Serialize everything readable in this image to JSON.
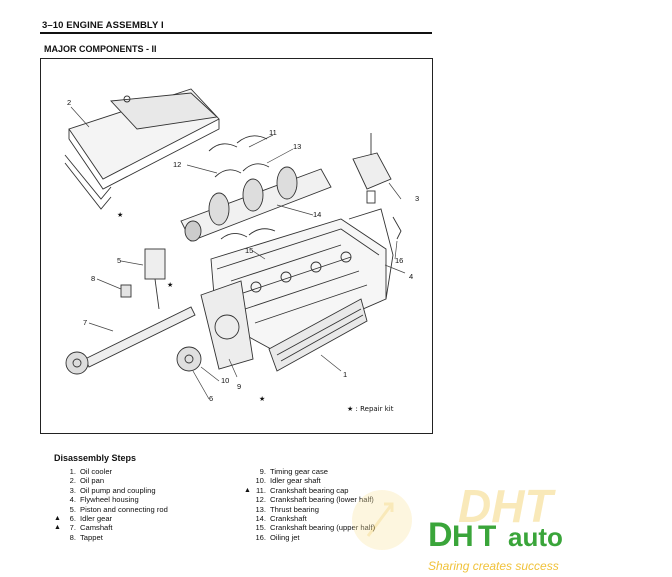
{
  "header": {
    "title": "3–10  ENGINE ASSEMBLY  I"
  },
  "section_title": "MAJOR COMPONENTS - II",
  "diagram": {
    "callouts": [
      "1",
      "2",
      "3",
      "4",
      "5",
      "6",
      "7",
      "8",
      "9",
      "10",
      "11",
      "12",
      "13",
      "14",
      "15",
      "16"
    ],
    "repair_kit_note": "★ : Repair kit",
    "star": "★"
  },
  "disassembly": {
    "title": "Disassembly Steps",
    "left": [
      {
        "mark": "",
        "num": "1.",
        "label": "Oil cooler"
      },
      {
        "mark": "",
        "num": "2.",
        "label": "Oil pan"
      },
      {
        "mark": "",
        "num": "3.",
        "label": "Oil pump and coupling"
      },
      {
        "mark": "",
        "num": "4.",
        "label": "Flywheel housing"
      },
      {
        "mark": "",
        "num": "5.",
        "label": "Piston and connecting rod"
      },
      {
        "mark": "▲",
        "num": "6.",
        "label": "Idler gear"
      },
      {
        "mark": "▲",
        "num": "7.",
        "label": "Camshaft"
      },
      {
        "mark": "",
        "num": "8.",
        "label": "Tappet"
      }
    ],
    "right": [
      {
        "mark": "",
        "num": "9.",
        "label": "Timing gear case"
      },
      {
        "mark": "",
        "num": "10.",
        "label": "Idler gear shaft"
      },
      {
        "mark": "▲",
        "num": "11.",
        "label": "Crankshaft bearing cap"
      },
      {
        "mark": "",
        "num": "12.",
        "label": "Crankshaft bearing (lower half)"
      },
      {
        "mark": "",
        "num": "13.",
        "label": "Thrust bearing"
      },
      {
        "mark": "",
        "num": "14.",
        "label": "Crankshaft"
      },
      {
        "mark": "",
        "num": "15.",
        "label": "Crankshaft bearing (upper half)"
      },
      {
        "mark": "",
        "num": "16.",
        "label": "Oiling jet"
      }
    ]
  },
  "watermark": {
    "logo_letters": "DHT",
    "brand": "auto",
    "tagline": "Sharing creates success",
    "colors": {
      "green": "#3aa53a",
      "gold": "#f0c23a"
    }
  }
}
